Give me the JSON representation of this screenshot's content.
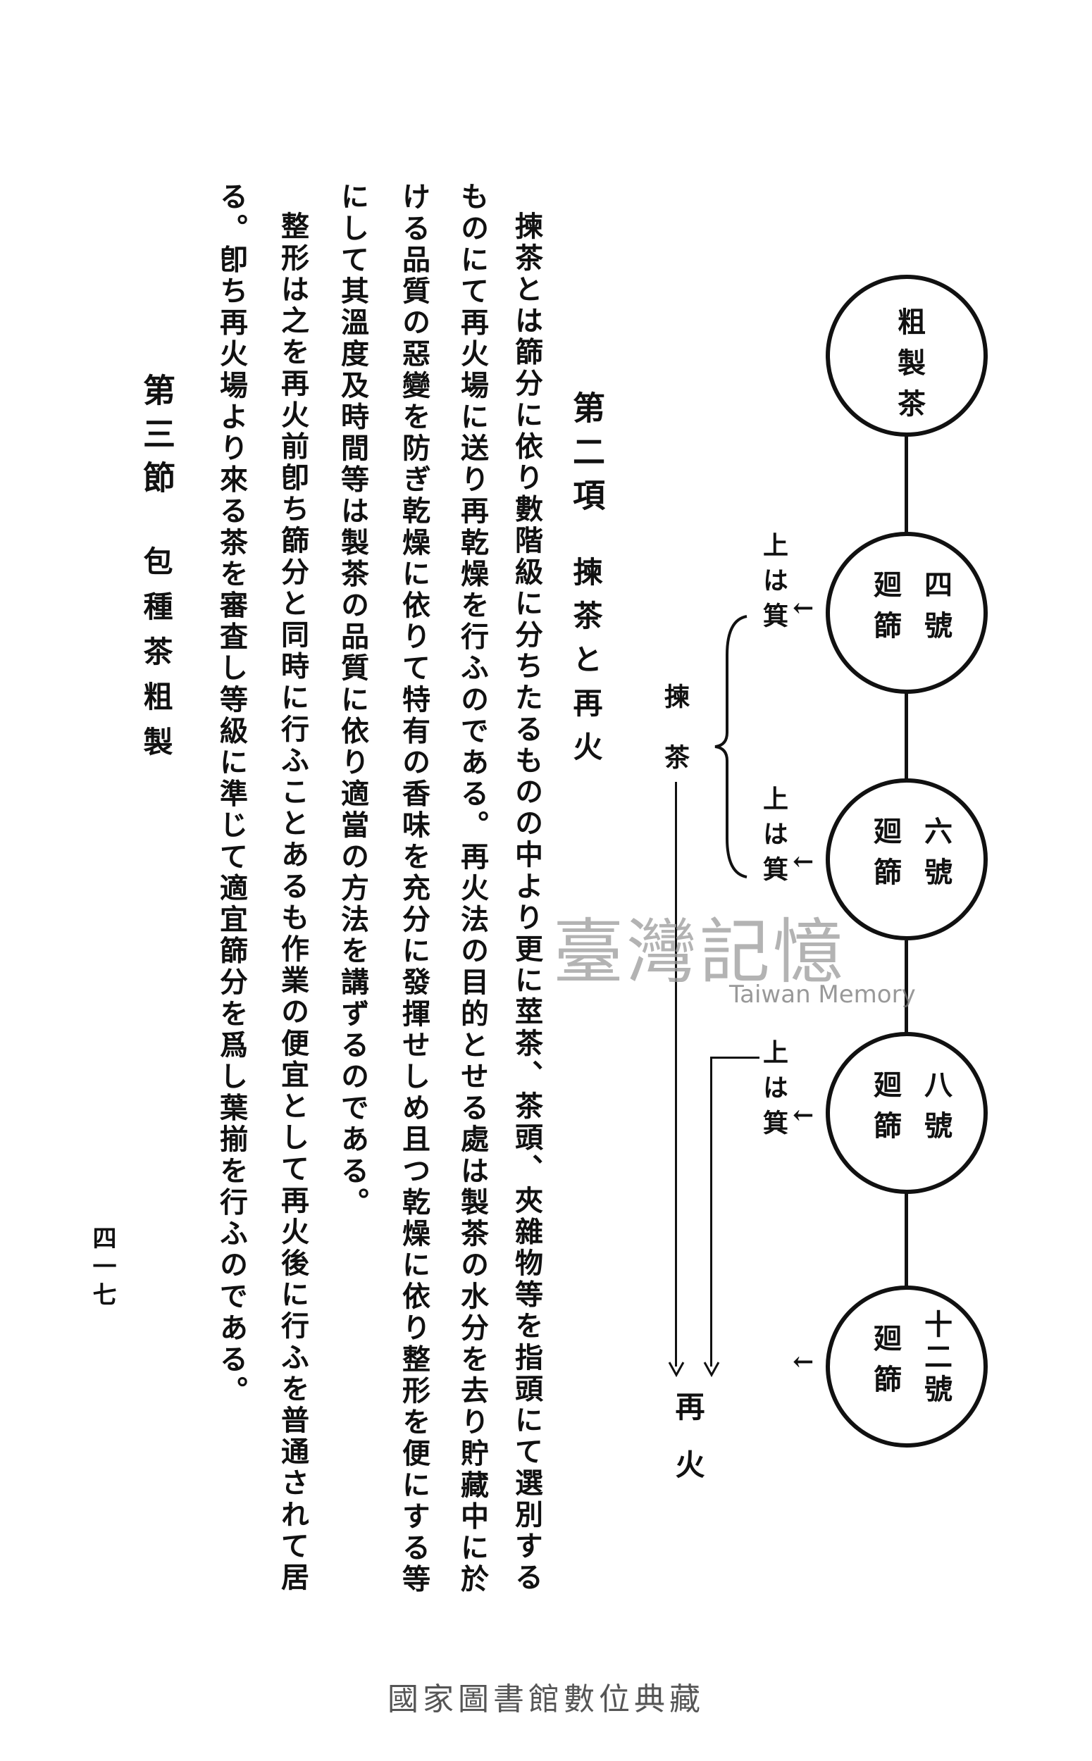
{
  "diagram": {
    "nodes": [
      {
        "lines": [
          "粗製茶"
        ]
      },
      {
        "lines": [
          "四號",
          "廻篩"
        ]
      },
      {
        "lines": [
          "六號",
          "廻篩"
        ]
      },
      {
        "lines": [
          "八號",
          "廻篩"
        ]
      },
      {
        "lines": [
          "十二號",
          "廻篩"
        ]
      }
    ],
    "side_labels": [
      "上は箕",
      "上は箕",
      "上は箕"
    ],
    "arrow": "←",
    "jiancha_label": "揀茶",
    "zaihuo_label": "再火"
  },
  "section": {
    "heading_number": "第二項",
    "heading_title": "揀茶と再火",
    "paragraphs": [
      "揀茶とは篩分に依り數階級に分ちたるものの中より更に莖茶、茶頭、夾雜物等を指頭にて選別する",
      "ものにて再火場に送り再乾燥を行ふのである。再火法の目的とせる處は製茶の水分を去り貯藏中に於",
      "ける品質の惡變を防ぎ乾燥に依りて特有の香味を充分に發揮せしめ且つ乾燥に依り整形を便にする等",
      "にして其溫度及時間等は製茶の品質に依り適當の方法を講ずるのである。",
      "整形は之を再火前卽ち篩分と同時に行ふことあるも作業の便宜として再火後に行ふを普通されて居",
      "る。卽ち再火場より來る茶を審査し等級に準じて適宜篩分を爲し葉揃を行ふのである。"
    ]
  },
  "next_section": {
    "number": "第三節",
    "title": "包種茶粗製"
  },
  "page_number": "四一七",
  "watermark": {
    "chinese": "臺灣記憶",
    "english": "Taiwan Memory"
  },
  "footer": "國家圖書館數位典藏"
}
